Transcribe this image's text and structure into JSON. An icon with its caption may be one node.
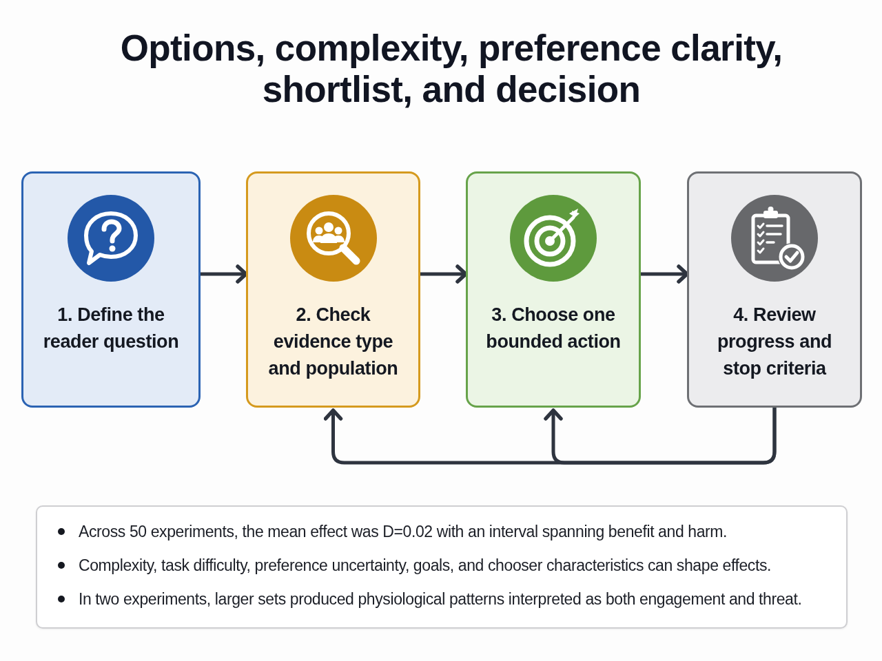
{
  "diagram": {
    "title": "Options, complexity, preference clarity, shortlist, and decision",
    "nodes": [
      {
        "text": [
          "1. Define the reader question"
        ]
      },
      {
        "text": [
          "2. Check evidence type and population"
        ]
      },
      {
        "text": [
          "3. Choose one bounded action"
        ]
      },
      {
        "text": [
          "4. Review progress and stop criteria"
        ]
      },
      {
        "text": [
          "Across 50 experiments, the mean effect was D=0.02 with an interval spanning benefit and harm.",
          "Complexity, task difficulty, preference uncertainty, goals, and chooser characteristics can shape effects.",
          "In two experiments, larger sets produced physiological patterns interpreted as both engagement and threat."
        ]
      }
    ],
    "edges": [
      {
        "from": 0,
        "to": 1,
        "arrow": "to"
      },
      {
        "from": 1,
        "to": 2,
        "arrow": "to"
      },
      {
        "from": 2,
        "to": 3,
        "arrow": "to"
      },
      {
        "from": 3,
        "to": 1,
        "arrow": "to"
      },
      {
        "from": 3,
        "to": 2,
        "arrow": "to"
      }
    ]
  }
}
